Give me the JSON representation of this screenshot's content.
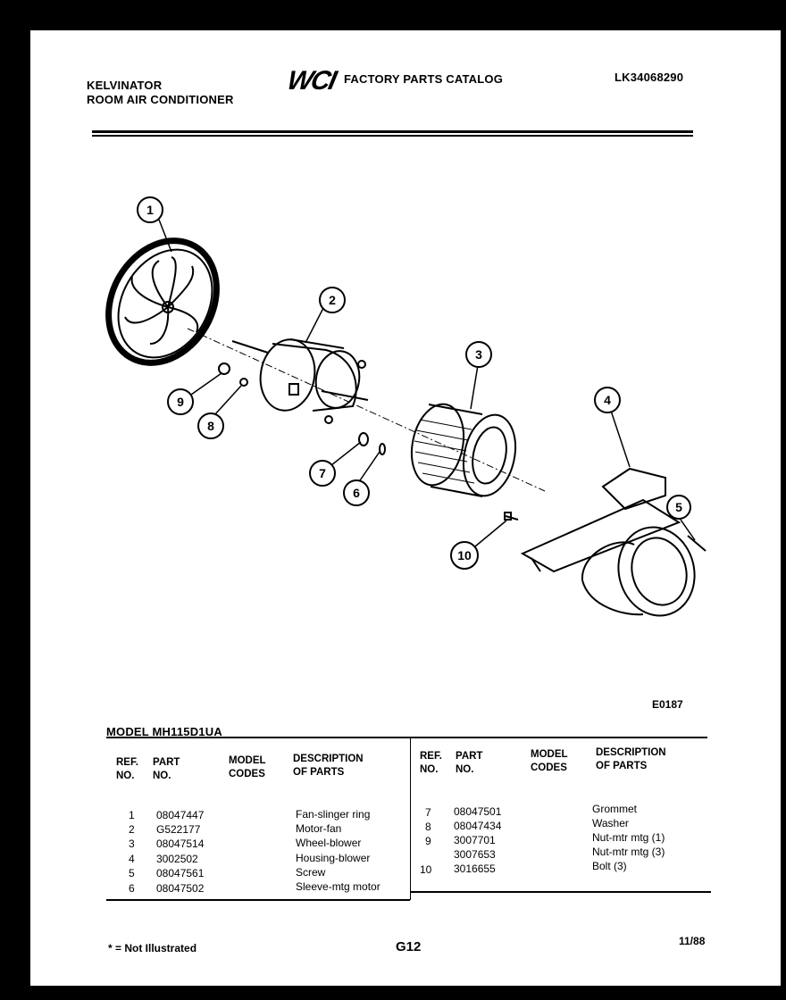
{
  "header": {
    "brand_line1": "KELVINATOR",
    "brand_line2": "ROOM AIR CONDITIONER",
    "logo": "WCI",
    "catalog_title": "FACTORY PARTS CATALOG",
    "catalog_number": "LK34068290"
  },
  "diagram": {
    "callouts": [
      "1",
      "2",
      "3",
      "4",
      "5",
      "6",
      "7",
      "8",
      "9",
      "10"
    ],
    "figure_code": "E0187"
  },
  "model_label": "MODEL MH115D1UA",
  "table": {
    "col_ref": "REF.\nNO.",
    "col_part": "PART\nNO.",
    "col_codes": "MODEL\nCODES",
    "col_desc": "DESCRIPTION\nOF PARTS",
    "left_rows": [
      {
        "ref": "1",
        "part": "08047447",
        "codes": "",
        "desc": "Fan-slinger ring"
      },
      {
        "ref": "2",
        "part": "G522177",
        "codes": "",
        "desc": "Motor-fan"
      },
      {
        "ref": "3",
        "part": "08047514",
        "codes": "",
        "desc": "Wheel-blower"
      },
      {
        "ref": "4",
        "part": "3002502",
        "codes": "",
        "desc": "Housing-blower"
      },
      {
        "ref": "5",
        "part": "08047561",
        "codes": "",
        "desc": "Screw"
      },
      {
        "ref": "6",
        "part": "08047502",
        "codes": "",
        "desc": "Sleeve-mtg motor"
      }
    ],
    "right_rows": [
      {
        "ref": "7",
        "part": "08047501",
        "codes": "",
        "desc": "Grommet"
      },
      {
        "ref": "8",
        "part": "08047434",
        "codes": "",
        "desc": "Washer"
      },
      {
        "ref": "9",
        "part": "3007701",
        "codes": "",
        "desc": "Nut-mtr mtg (1)"
      },
      {
        "ref": "",
        "part": "3007653",
        "codes": "",
        "desc": "Nut-mtr mtg (3)"
      },
      {
        "ref": "10",
        "part": "3016655",
        "codes": "",
        "desc": "Bolt (3)"
      }
    ]
  },
  "footer": {
    "note": "* = Not Illustrated",
    "page": "G12",
    "date": "11/88"
  }
}
